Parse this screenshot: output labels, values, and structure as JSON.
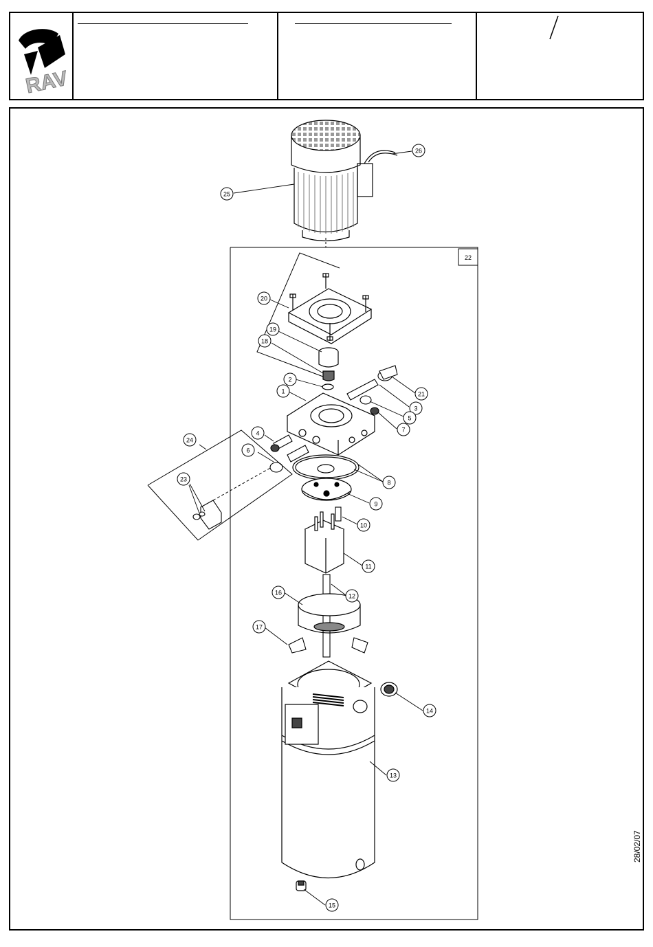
{
  "header": {
    "logo_text": "RAV",
    "slash": "/"
  },
  "diagram": {
    "assembly_label": "22",
    "parts": [
      {
        "id": "1"
      },
      {
        "id": "2"
      },
      {
        "id": "3"
      },
      {
        "id": "4"
      },
      {
        "id": "5"
      },
      {
        "id": "6"
      },
      {
        "id": "7"
      },
      {
        "id": "8"
      },
      {
        "id": "9"
      },
      {
        "id": "10"
      },
      {
        "id": "11"
      },
      {
        "id": "12"
      },
      {
        "id": "13"
      },
      {
        "id": "14"
      },
      {
        "id": "15"
      },
      {
        "id": "16"
      },
      {
        "id": "17"
      },
      {
        "id": "18"
      },
      {
        "id": "19"
      },
      {
        "id": "20"
      },
      {
        "id": "21"
      },
      {
        "id": "23"
      },
      {
        "id": "24"
      },
      {
        "id": "25"
      },
      {
        "id": "26"
      }
    ]
  },
  "footer": {
    "date": "28/02/07"
  }
}
